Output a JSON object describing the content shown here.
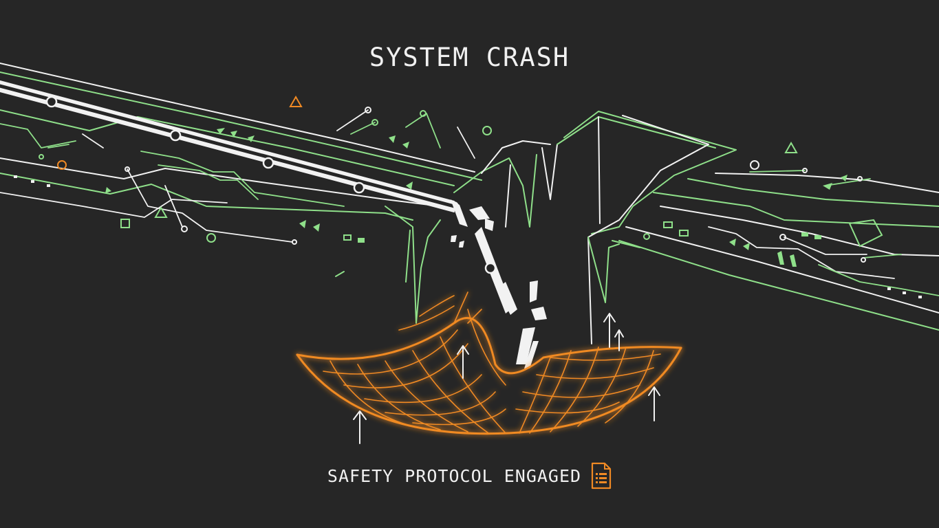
{
  "title": "SYSTEM CRASH",
  "caption": "SAFETY PROTOCOL ENGAGED",
  "icons": {
    "caption_icon": "document-icon",
    "safety_net": "safety-net",
    "support_arrows": "up-arrow-icon"
  },
  "colors": {
    "background": "#262626",
    "circuit_green": "#8fe08a",
    "circuit_white": "#f2f2f2",
    "net_orange": "#f08a24",
    "text": "#f1f1f1"
  }
}
